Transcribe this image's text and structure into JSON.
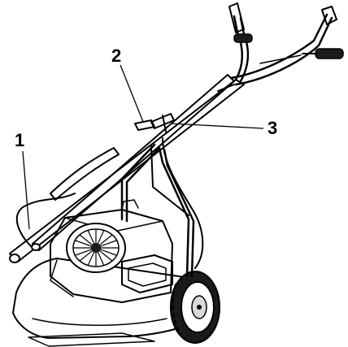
{
  "callouts": [
    {
      "id": "1",
      "label": "1"
    },
    {
      "id": "2",
      "label": "2"
    },
    {
      "id": "3",
      "label": "3"
    }
  ],
  "colors": {
    "ink": "#000000",
    "background": "#ffffff",
    "fill_light": "#ffffff",
    "fill_shade": "#d9d9d9",
    "fill_dark": "#1a1a1a"
  }
}
